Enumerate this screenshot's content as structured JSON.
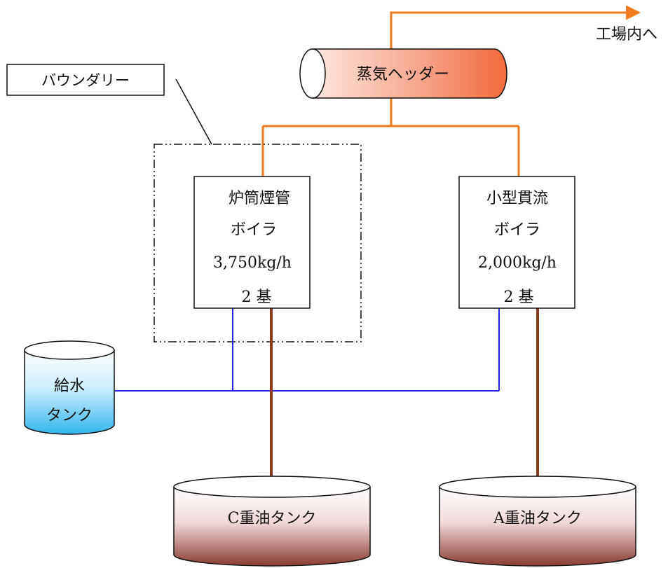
{
  "steam_header": {
    "label": "蒸気ヘッダー",
    "outlet_label": "工場内へ"
  },
  "boundary": {
    "label": "バウンダリー"
  },
  "boilers": [
    {
      "lines": [
        "炉筒煙管",
        "ボイラ",
        "3,750kg/h",
        "2 基"
      ]
    },
    {
      "lines": [
        "小型貫流",
        "ボイラ",
        "2,000kg/h",
        "2 基"
      ]
    }
  ],
  "water_tank": {
    "lines": [
      "給水",
      "タンク"
    ]
  },
  "oil_tanks": [
    {
      "label": "C重油タンク"
    },
    {
      "label": "A重油タンク"
    }
  ],
  "colors": {
    "steam_pipe": "#f07a1e",
    "water_pipe": "#2222dd",
    "oil_pipe": "#8b3a1a",
    "header_fill_dark": "#f26a3a",
    "header_fill_light": "#fde7e0",
    "water_tank_top": "#ffffff",
    "water_tank_bottom": "#33b6f0",
    "oil_tank_top": "#ffffff",
    "oil_tank_bottom": "#8a3a32"
  }
}
